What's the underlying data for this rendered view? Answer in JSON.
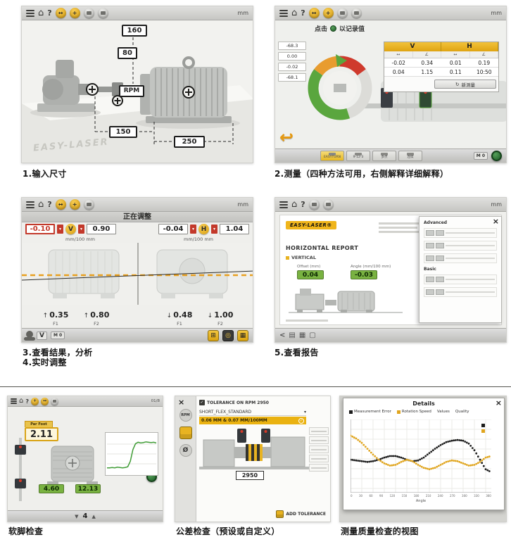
{
  "captions": {
    "p1": "1.输入尺寸",
    "p2": "2.测量（四种方法可用，右侧解释详细解释）",
    "p3a": "3.查看结果，分析",
    "p3b": "4.实时调整",
    "p4": "5.查看报告",
    "p5": "软脚检查",
    "p6": "公差检查（预设或自定义）",
    "p7": "测量质量检查的视图"
  },
  "toolbar": {
    "help": "?",
    "unit_mm": "mm"
  },
  "p1": {
    "dim_vertical_top": "160",
    "dim_vertical_bottom": "80",
    "rpm": "RPM",
    "dim_horiz_1": "150",
    "dim_horiz_2": "250",
    "watermark": "EASY-LASER"
  },
  "p2": {
    "tap_text": "点击",
    "record_text": "以记录值",
    "left_values": [
      "-68.3",
      "0.00",
      "-0.02",
      "-68.1"
    ],
    "table": {
      "v": "V",
      "h": "H",
      "icon_cols": [
        "offset",
        "angle",
        "offset",
        "angle"
      ],
      "rows": [
        [
          "-0.02",
          "0.34",
          "0.01",
          "0.19"
        ],
        [
          "0.04",
          "1.15",
          "0.11",
          "10:50"
        ]
      ]
    },
    "new_measure_button": "新测量",
    "methods": [
      "EASYTURN",
      "9-12-3",
      "多点",
      "连续"
    ],
    "meter_reset": "M 0"
  },
  "p3": {
    "title": "正在调整",
    "v_label": "V",
    "h_label": "H",
    "v_offset": "-0.10",
    "v_angle": "0.90",
    "h_offset": "-0.04",
    "h_angle": "1.04",
    "unit_note_v": "mm/100 mm",
    "unit_note_h": "mm/100 mm",
    "feet": {
      "left": [
        "0.35",
        "0.80"
      ],
      "right": [
        "0.48",
        "1.00"
      ],
      "labels_left": [
        "F1",
        "F2"
      ],
      "labels_right": [
        "F1",
        "F2"
      ]
    },
    "v_meter": "V",
    "meter_reset": "M 0"
  },
  "p4": {
    "logo": "EASY-LASER®",
    "report_title": "HORIZONTAL REPORT",
    "section": "VERTICAL",
    "offset_label": "Offset (mm)",
    "offset_value": "0.04",
    "angle_label": "Angle (mm/100 mm)",
    "angle_value": "-0.03",
    "overlay_advanced": "Advanced",
    "overlay_basic": "Basic"
  },
  "p5": {
    "counter": "01/8",
    "value_label": "Par Foot",
    "value": "2.11",
    "foot_values": [
      "4.60",
      "12.13"
    ],
    "step_value": "4",
    "chart": {
      "type": "line",
      "color": "#3f9c35",
      "values": [
        12,
        12,
        13,
        12,
        14,
        13,
        12,
        13,
        15,
        30,
        62,
        78,
        82,
        80,
        81,
        83,
        82,
        81,
        82,
        80
      ]
    }
  },
  "p6": {
    "tolerance_header": "TOLERANCE ON RPM 2950",
    "preset": "SHORT_FLEX_STANDARD",
    "active_tolerance": "0.06 MM & 0.07 MM/100MM",
    "rpm_value": "2950",
    "rpm_label": "RPM",
    "add_button": "ADD TOLERANCE"
  },
  "p7": {
    "title": "Details",
    "tabs": [
      "Measurement Error",
      "Rotation Speed",
      "Values",
      "Quality"
    ],
    "xlabel": "Angle",
    "chart_data": {
      "type": "scatter",
      "xticks": [
        "0",
        "30",
        "60",
        "90",
        "120",
        "150",
        "180",
        "210",
        "240",
        "270",
        "300",
        "330",
        "360"
      ],
      "series": [
        {
          "name": "Measurement Error",
          "color": "#1c1c1c",
          "values": [
            55,
            56,
            57,
            58,
            57,
            55,
            52,
            50,
            50,
            52,
            55,
            57,
            56,
            52,
            46,
            40,
            35,
            31,
            29,
            28,
            29,
            33,
            42,
            55,
            68,
            72
          ]
        },
        {
          "name": "Rotation Speed",
          "color": "#e0a51e",
          "values": [
            22,
            26,
            32,
            40,
            48,
            55,
            60,
            63,
            62,
            58,
            55,
            57,
            62,
            66,
            68,
            66,
            62,
            58,
            56,
            57,
            60,
            63,
            62,
            58,
            52,
            50
          ]
        }
      ]
    }
  }
}
